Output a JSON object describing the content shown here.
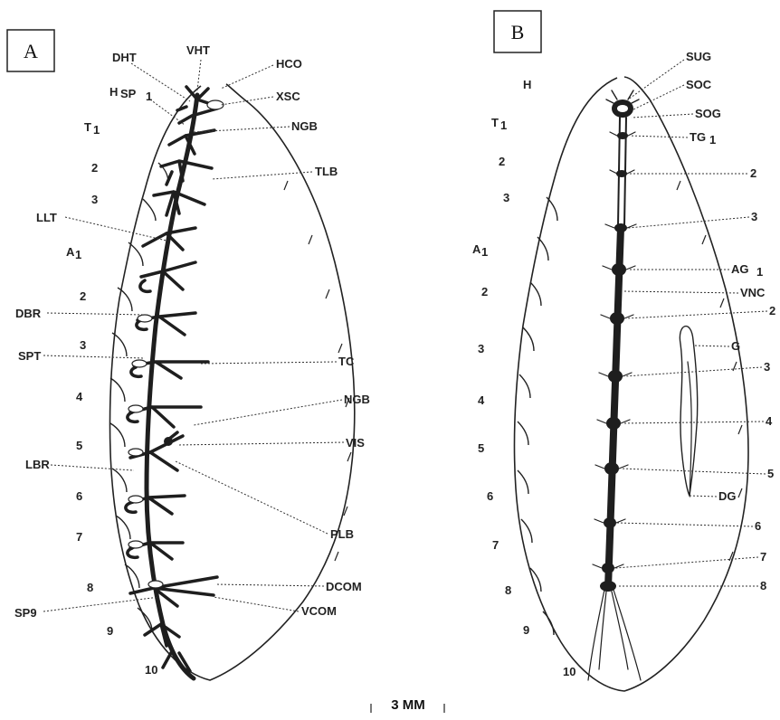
{
  "panels": {
    "a": {
      "letter": "A",
      "left_labels": [
        "H",
        "T1",
        "2",
        "3",
        "A1",
        "2",
        "3",
        "4",
        "5",
        "6",
        "7",
        "8",
        "9",
        "10"
      ],
      "callouts": [
        "DHT",
        "VHT",
        "HCO",
        "XSC",
        "SP1",
        "NGB",
        "TLB",
        "LLT",
        "DBR",
        "SPT",
        "TC",
        "NGB",
        "VIS",
        "LBR",
        "PLB",
        "DCOM",
        "SP9",
        "VCOM"
      ]
    },
    "b": {
      "letter": "B",
      "left_labels": [
        "H",
        "T1",
        "2",
        "3",
        "A1",
        "2",
        "3",
        "4",
        "5",
        "6",
        "7",
        "8",
        "9",
        "10"
      ],
      "callouts": [
        "SUG",
        "SOC",
        "SOG",
        "TG1",
        "2",
        "3",
        "AG1",
        "VNC",
        "2",
        "G",
        "3",
        "4",
        "5",
        "DG",
        "6",
        "7",
        "8"
      ]
    }
  },
  "scale_bar": "3 MM"
}
